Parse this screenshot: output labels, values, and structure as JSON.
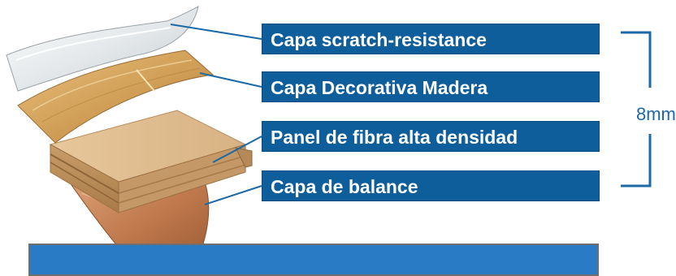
{
  "layers": [
    {
      "label": "Capa scratch-resistance"
    },
    {
      "label": "Capa Decorativa Madera"
    },
    {
      "label": "Panel de fibra alta densidad"
    },
    {
      "label": "Capa de balance"
    }
  ],
  "thickness": {
    "label": "8mm"
  },
  "colors": {
    "label_bg": "#0e5e9c",
    "label_text": "#ffffff",
    "leader": "#1c69a8",
    "bottom_bar": "#2a7bc6"
  }
}
